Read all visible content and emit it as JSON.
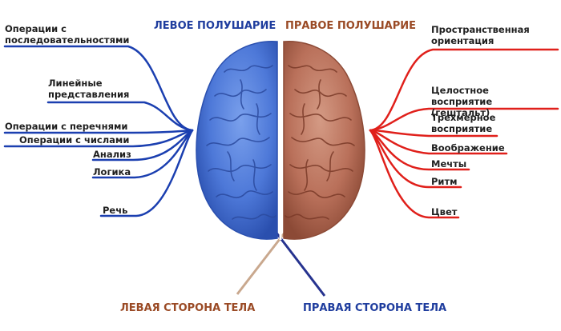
{
  "headers": {
    "left_hemisphere": "ЛЕВОЕ ПОЛУШАРИЕ",
    "right_hemisphere": "ПРАВОЕ ПОЛУШАРИЕ"
  },
  "left_functions": [
    "Операции с последовательностями",
    "Линейные представления",
    "Операции с перечнями",
    "Операции с числами",
    "Анализ",
    "Логика",
    "Речь"
  ],
  "right_functions": [
    "Пространственная ориентация",
    "Целостное восприятие (гештальт)",
    "Трехмерное восприятие",
    "Воображение",
    "Мечты",
    "Ритм",
    "Цвет"
  ],
  "footer": {
    "left_body_side": "ЛЕВАЯ СТОРОНА ТЕЛА",
    "right_body_side": "ПРАВАЯ  СТОРОНА ТЕЛА"
  },
  "colors": {
    "left_accent": "#1b3fb0",
    "right_accent": "#e0201b",
    "left_hemisphere_fill": "#4d78d8",
    "right_hemisphere_fill": "#b9705a",
    "left_body_line": "#c9a88e",
    "right_body_line": "#26338f",
    "left_header": "#1f3d9e",
    "right_header": "#9a4a25"
  }
}
